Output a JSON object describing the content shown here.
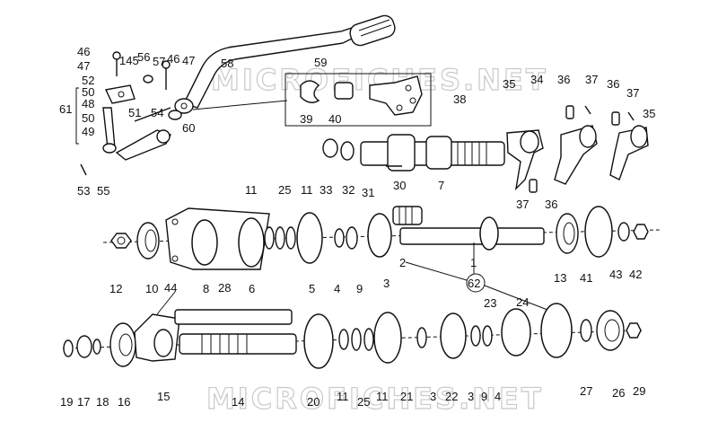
{
  "watermark": {
    "top": "MICROFICHES.NET",
    "bottom": "MICROFICHES.NET"
  },
  "callouts": [
    {
      "id": "c46a",
      "text": "46"
    },
    {
      "id": "c47a",
      "text": "47"
    },
    {
      "id": "c145",
      "text": "145"
    },
    {
      "id": "c56",
      "text": "56"
    },
    {
      "id": "c57",
      "text": "57"
    },
    {
      "id": "c46b",
      "text": "46"
    },
    {
      "id": "c47b",
      "text": "47"
    },
    {
      "id": "c58",
      "text": "58"
    },
    {
      "id": "c59",
      "text": "59"
    },
    {
      "id": "c52",
      "text": "52"
    },
    {
      "id": "c50a",
      "text": "50"
    },
    {
      "id": "c48",
      "text": "48"
    },
    {
      "id": "c61",
      "text": "61"
    },
    {
      "id": "c51",
      "text": "51"
    },
    {
      "id": "c54",
      "text": "54"
    },
    {
      "id": "c50b",
      "text": "50"
    },
    {
      "id": "c49",
      "text": "49"
    },
    {
      "id": "c60",
      "text": "60"
    },
    {
      "id": "c53",
      "text": "53"
    },
    {
      "id": "c55",
      "text": "55"
    },
    {
      "id": "c39",
      "text": "39"
    },
    {
      "id": "c40",
      "text": "40"
    },
    {
      "id": "c38",
      "text": "38"
    },
    {
      "id": "c35a",
      "text": "35"
    },
    {
      "id": "c34",
      "text": "34"
    },
    {
      "id": "c36a",
      "text": "36"
    },
    {
      "id": "c37a",
      "text": "37"
    },
    {
      "id": "c36b",
      "text": "36"
    },
    {
      "id": "c37b",
      "text": "37"
    },
    {
      "id": "c35b",
      "text": "35"
    },
    {
      "id": "c33",
      "text": "33"
    },
    {
      "id": "c32",
      "text": "32"
    },
    {
      "id": "c31",
      "text": "31"
    },
    {
      "id": "c30",
      "text": "30"
    },
    {
      "id": "c37c",
      "text": "37"
    },
    {
      "id": "c36c",
      "text": "36"
    },
    {
      "id": "c7",
      "text": "7"
    },
    {
      "id": "c11a",
      "text": "11"
    },
    {
      "id": "c25a",
      "text": "25"
    },
    {
      "id": "c11b",
      "text": "11"
    },
    {
      "id": "c12",
      "text": "12"
    },
    {
      "id": "c10",
      "text": "10"
    },
    {
      "id": "c8",
      "text": "8"
    },
    {
      "id": "c6",
      "text": "6"
    },
    {
      "id": "c5",
      "text": "5"
    },
    {
      "id": "c4a",
      "text": "4"
    },
    {
      "id": "c9a",
      "text": "9"
    },
    {
      "id": "c3a",
      "text": "3"
    },
    {
      "id": "c2",
      "text": "2"
    },
    {
      "id": "c1",
      "text": "1"
    },
    {
      "id": "c13",
      "text": "13"
    },
    {
      "id": "c41",
      "text": "41"
    },
    {
      "id": "c43",
      "text": "43"
    },
    {
      "id": "c42",
      "text": "42"
    },
    {
      "id": "c44",
      "text": "44"
    },
    {
      "id": "c28",
      "text": "28"
    },
    {
      "id": "c62",
      "text": "62"
    },
    {
      "id": "c23",
      "text": "23"
    },
    {
      "id": "c24",
      "text": "24"
    },
    {
      "id": "c19",
      "text": "19"
    },
    {
      "id": "c17",
      "text": "17"
    },
    {
      "id": "c18",
      "text": "18"
    },
    {
      "id": "c16",
      "text": "16"
    },
    {
      "id": "c15",
      "text": "15"
    },
    {
      "id": "c14",
      "text": "14"
    },
    {
      "id": "c20",
      "text": "20"
    },
    {
      "id": "c11c",
      "text": "11"
    },
    {
      "id": "c25b",
      "text": "25"
    },
    {
      "id": "c11d",
      "text": "11"
    },
    {
      "id": "c21",
      "text": "21"
    },
    {
      "id": "c3b",
      "text": "3"
    },
    {
      "id": "c22",
      "text": "22"
    },
    {
      "id": "c3c",
      "text": "3"
    },
    {
      "id": "c9b",
      "text": "9"
    },
    {
      "id": "c4b",
      "text": "4"
    },
    {
      "id": "c27",
      "text": "27"
    },
    {
      "id": "c26",
      "text": "26"
    },
    {
      "id": "c29",
      "text": "29"
    }
  ]
}
